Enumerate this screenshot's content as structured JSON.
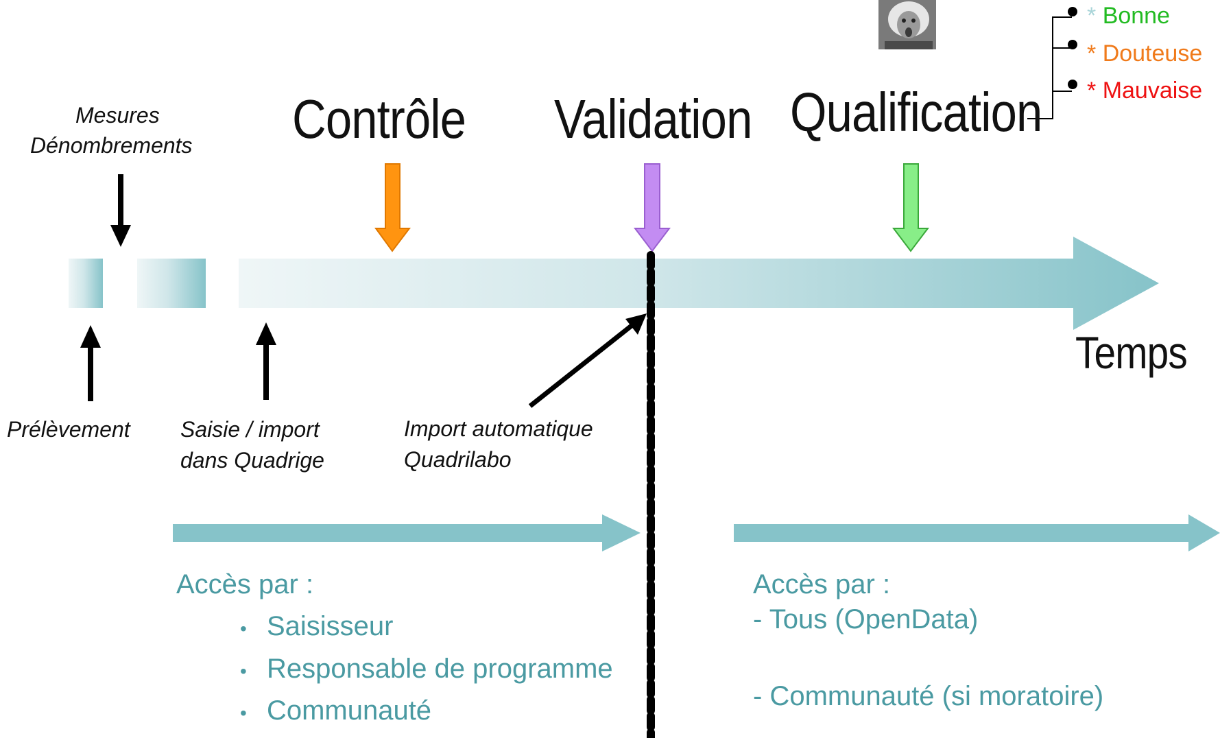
{
  "stages": {
    "controle": "Contrôle",
    "validation": "Validation",
    "qualification": "Qualification",
    "temps": "Temps"
  },
  "events": {
    "mesures": "Mesures",
    "denombrements": "Dénombrements",
    "prelevement": "Prélèvement",
    "saisie_line1": "Saisie / import",
    "saisie_line2": "dans Quadrige",
    "import_line1": "Import automatique",
    "import_line2": "Quadrilabo"
  },
  "qualification_levels": [
    {
      "star": "*",
      "label": "Bonne"
    },
    {
      "star": "*",
      "label": "Douteuse"
    },
    {
      "star": "*",
      "label": "Mauvaise"
    }
  ],
  "access_before": {
    "title": "Accès par :",
    "items": [
      "Saisisseur",
      "Responsable de programme",
      "Communauté"
    ]
  },
  "access_after": {
    "title": "Accès par :",
    "items": [
      "- Tous (OpenData)",
      "- Communauté (si moratoire)"
    ]
  },
  "colors": {
    "controle_arrow": "#ff9410",
    "validation_arrow": "#c38cf2",
    "qualification_arrow": "#88ee88",
    "timeline": "#86c3c9",
    "access_text": "#4a9aa2",
    "good": "#22bb22",
    "doubtful": "#f07a1a",
    "bad": "#ee1111",
    "good_star": "#a8d4d8"
  },
  "icons": {
    "portrait": "einstein-portrait-icon"
  }
}
